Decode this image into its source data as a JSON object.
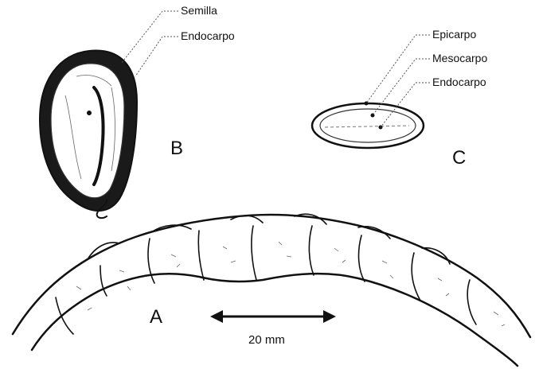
{
  "labels": {
    "seed": {
      "semilla": "Semilla",
      "endocarpo": "Endocarpo",
      "letter": "B"
    },
    "section": {
      "epicarpo": "Epicarpo",
      "mesocarpo": "Mesocarpo",
      "endocarpo": "Endocarpo",
      "letter": "C"
    },
    "pod": {
      "letter": "A"
    },
    "scale": {
      "text": "20 mm"
    }
  }
}
